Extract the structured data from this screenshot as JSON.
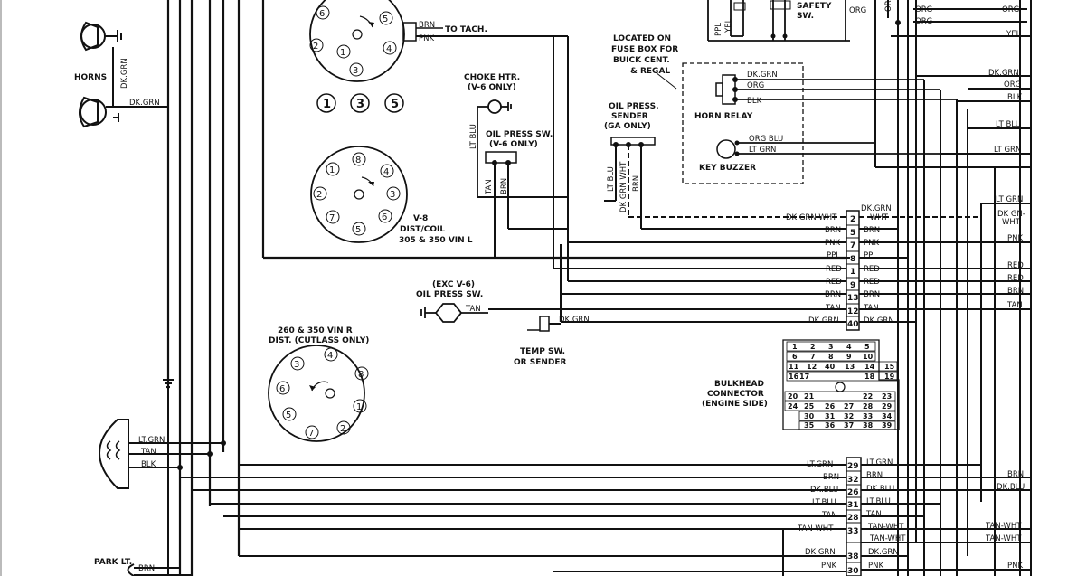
{
  "labels": {
    "horns": "HORNS",
    "to_tach": "TO TACH.",
    "choke_htr_1": "CHOKE HTR.",
    "choke_htr_2": "(V-6 ONLY)",
    "oil_sw_v6_1": "OIL PRESS SW.",
    "oil_sw_v6_2": "(V-6 ONLY)",
    "oil_sender_1": "OIL PRESS.",
    "oil_sender_2": "SENDER",
    "oil_sender_3": "(GA ONLY)",
    "located_1": "LOCATED ON",
    "located_2": "FUSE BOX FOR",
    "located_3": "BUICK CENT.",
    "located_4": "& REGAL",
    "horn_relay": "HORN RELAY",
    "key_buzzer": "KEY BUZZER",
    "safety_1": "SAFETY",
    "safety_2": "SW.",
    "v8_1": "V-8",
    "v8_2": "DIST/COIL",
    "v8_3": "305 & 350 VIN L",
    "exc_v6_1": "(EXC V-6)",
    "exc_v6_2": "OIL PRESS SW.",
    "dist260_1": "260 & 350 VIN R",
    "dist260_2": "DIST. (CUTLASS ONLY)",
    "temp_1": "TEMP SW.",
    "temp_2": "OR SENDER",
    "bulkhead_1": "BULKHEAD",
    "bulkhead_2": "CONNECTOR",
    "bulkhead_3": "(ENGINE SIDE)",
    "park_lt": "PARK LT."
  },
  "wire_labels": {
    "brn": "BRN",
    "pnk": "PNK",
    "dkgrn": "DK.GRN",
    "dkgrn2": "DK GRN",
    "orgblu": "ORG BLU",
    "ltgrn": "LT GRN",
    "ltgrn2": "LT.GRN",
    "ltblu": "LT BLU",
    "ltblu2": "LT.BLU",
    "org": "ORG",
    "blk": "BLK",
    "yel": "YEL",
    "ppl": "PPL",
    "red": "RED",
    "tan": "TAN",
    "dkgrnwht": "DK GRN WHT",
    "dkgrnwht2": "DK GRN-WHT",
    "dkgrnwht3": "DK.GRN WHT",
    "dkgrnL1": "DK.GRN",
    "wht": "WHT",
    "dkgn": "DK GN-",
    "dkblu": "DK.BLU",
    "tanwht": "TAN WHT",
    "tanwht2": "TAN-WHT",
    "ltgrnR": "LT.GRN",
    "grn": "GRN"
  },
  "pins_upper": [
    "2",
    "5",
    "7",
    "8",
    "1",
    "9",
    "13",
    "12",
    "40"
  ],
  "pins_lower": [
    "29",
    "32",
    "26",
    "31",
    "28",
    "33",
    "38",
    "30"
  ],
  "dist_top_circles": [
    "1",
    "3",
    "5"
  ],
  "dist_top_numbers": [
    "6",
    "5",
    "2",
    "4",
    "3",
    "1"
  ],
  "dist_v8_numbers": [
    "8",
    "4",
    "3",
    "6",
    "5",
    "7",
    "2",
    "1"
  ],
  "dist_260_numbers": [
    "4",
    "8",
    "3",
    "6",
    "5",
    "7",
    "2",
    "1"
  ],
  "bulkhead_grid": {
    "r1": [
      "1",
      "2",
      "3",
      "4",
      "5"
    ],
    "r2": [
      "6",
      "7",
      "8",
      "9",
      "10"
    ],
    "r3": [
      "11",
      "12",
      "40",
      "13",
      "14",
      "15"
    ],
    "r4": [
      "16",
      "17",
      "18",
      "19"
    ],
    "r5": [
      "20",
      "21",
      "22",
      "23"
    ],
    "r6": [
      "24",
      "25",
      "26",
      "27",
      "28",
      "29"
    ],
    "r7": [
      "30",
      "31",
      "32",
      "33",
      "34"
    ],
    "r8": [
      "35",
      "36",
      "37",
      "38",
      "39"
    ]
  }
}
